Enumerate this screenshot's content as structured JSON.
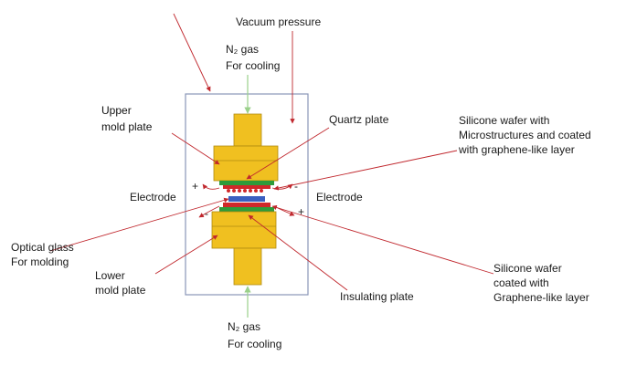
{
  "labels": {
    "vacuum_pressure": "Vacuum pressure",
    "n2_top_line1": "N₂ gas",
    "n2_top_line2": "For cooling",
    "upper_mold_line1": "Upper",
    "upper_mold_line2": "mold plate",
    "quartz_plate": "Quartz plate",
    "silicone_top_line1": "Silicone wafer with",
    "silicone_top_line2": "Microstructures and coated",
    "silicone_top_line3": "with graphene-like layer",
    "electrode_left": "Electrode",
    "electrode_right": "Electrode",
    "optical_glass_line1": "Optical glass",
    "optical_glass_line2": "For molding",
    "lower_mold_line1": "Lower",
    "lower_mold_line2": "mold plate",
    "silicone_bottom_line1": "Silicone wafer",
    "silicone_bottom_line2": "coated with",
    "silicone_bottom_line3": "Graphene-like layer",
    "insulating_plate": "Insulating plate",
    "n2_bottom_line1": "N₂ gas",
    "n2_bottom_line2": "For cooling",
    "plus_left": "+",
    "minus_left": "-",
    "minus_right": "-",
    "plus_right": "+"
  },
  "colors": {
    "mold_plate": "#f0c020",
    "mold_outline": "#b08a10",
    "quartz_green": "#2e9b3a",
    "wafer_red": "#d0282a",
    "glass_blue": "#3a5fc0",
    "leader_line": "#c0272d",
    "chamber_outline": "#8a96b8",
    "gas_arrow": "#9ad08a"
  }
}
